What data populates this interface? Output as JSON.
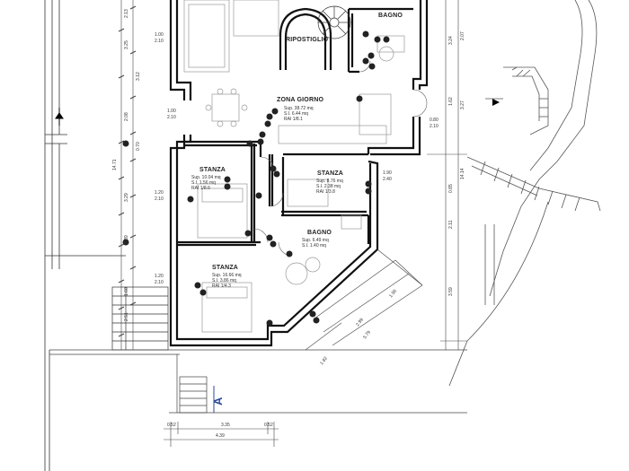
{
  "rooms": {
    "ripostiglio": {
      "name": "RIPOSTIGLIO"
    },
    "bagno_top": {
      "name": "BAGNO"
    },
    "zona_giorno": {
      "name": "ZONA GIORNO",
      "info": "Sup. 38.72 mq\nS.I. 6.44 mq\nRAI 1/8.1"
    },
    "stanza_left": {
      "name": "STANZA",
      "info": "Sup. 10.04 mq\nS.I. 1.56 mq\nRAI 1/8.6"
    },
    "stanza_mid": {
      "name": "STANZA",
      "info": "Sup. 8.76 mq\nS.I. 2.38 mq\nRAI 1/3.8"
    },
    "bagno_mid": {
      "name": "BAGNO",
      "info": "Sup. 6.49 mq\nS.I. 1.40 mq"
    },
    "stanza_bottom": {
      "name": "STANZA",
      "info": "Sup. 16.66 mq\nS.I. 3.86 mq\nRAI 1/4.3"
    }
  },
  "section_marker": "A",
  "dimensions": {
    "bottom_052_a": "0.52",
    "bottom_335": "3.35",
    "bottom_052_b": "0.52",
    "bottom_439": "4.39",
    "left_213": "2.13",
    "left_325": "3.25",
    "left_312": "3.12",
    "left_208": "2.08",
    "left_070": "0.70",
    "left_1471": "14.71",
    "left_329": "3.29",
    "left_339": "3.39",
    "left_160": "1.60",
    "left_251": "2.51",
    "right_324": "3.24",
    "right_207": "2.07",
    "right_327": "3.27",
    "right_162": "1.62",
    "right_1414": "14.14",
    "right_211": "2.11",
    "right_359": "3.59",
    "right_085": "0.85",
    "diag_156": "1.56",
    "diag_299": "2.99",
    "diag_579": "5.79",
    "diag_182": "1.82",
    "win_100_a": "1.00",
    "win_210_a": "2.10",
    "win_100_b": "1.00",
    "win_210_b": "2.10",
    "win_120_a": "1.20",
    "win_210_c": "2.10",
    "win_120_b": "1.20",
    "win_210_d": "2.10",
    "win_080": "0.80",
    "win_210_e": "2.10",
    "win_190": "1.90",
    "win_240": "2.40"
  }
}
